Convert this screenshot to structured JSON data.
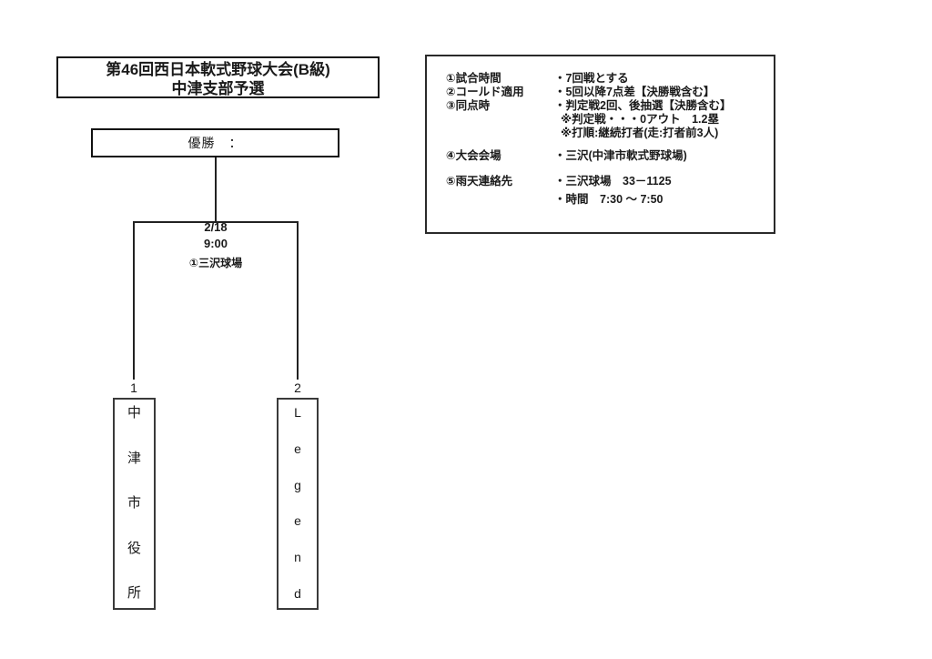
{
  "title_box": {
    "line1": "第46回西日本軟式野球大会(B級)",
    "line2": "中津支部予選"
  },
  "winner_box": {
    "label": "優勝　："
  },
  "match": {
    "date": "2/18",
    "time": "9:00",
    "venue": "①三沢球場"
  },
  "bracket": {
    "teams": [
      {
        "seed": "1",
        "name": "中津市役所",
        "chars": [
          "中",
          "津",
          "市",
          "役",
          "所"
        ]
      },
      {
        "seed": "2",
        "name": "Legend",
        "chars": [
          "L",
          "e",
          "g",
          "e",
          "n",
          "d"
        ]
      }
    ]
  },
  "info_box": {
    "rows": [
      {
        "label": "①試合時間",
        "value": "・7回戦とする"
      },
      {
        "label": "②コールド適用",
        "value": "・5回以降7点差【決勝戦含む】"
      },
      {
        "label": "③同点時",
        "value": "・判定戦2回、後抽選【決勝含む】"
      },
      {
        "label": "",
        "value": "※判定戦・・・0アウト　1.2塁"
      },
      {
        "label": "",
        "value": "※打順:継続打者(走:打者前3人)"
      },
      {
        "label": "④大会会場",
        "value": "・三沢(中津市軟式野球場)"
      },
      {
        "label": "⑤雨天連絡先",
        "value": "・三沢球場　33－1125"
      },
      {
        "label": "",
        "value": "・時間　7:30 ～ 7:50"
      }
    ]
  },
  "colors": {
    "ink": "#1a1a1a",
    "line": "#222222",
    "background": "#ffffff"
  }
}
